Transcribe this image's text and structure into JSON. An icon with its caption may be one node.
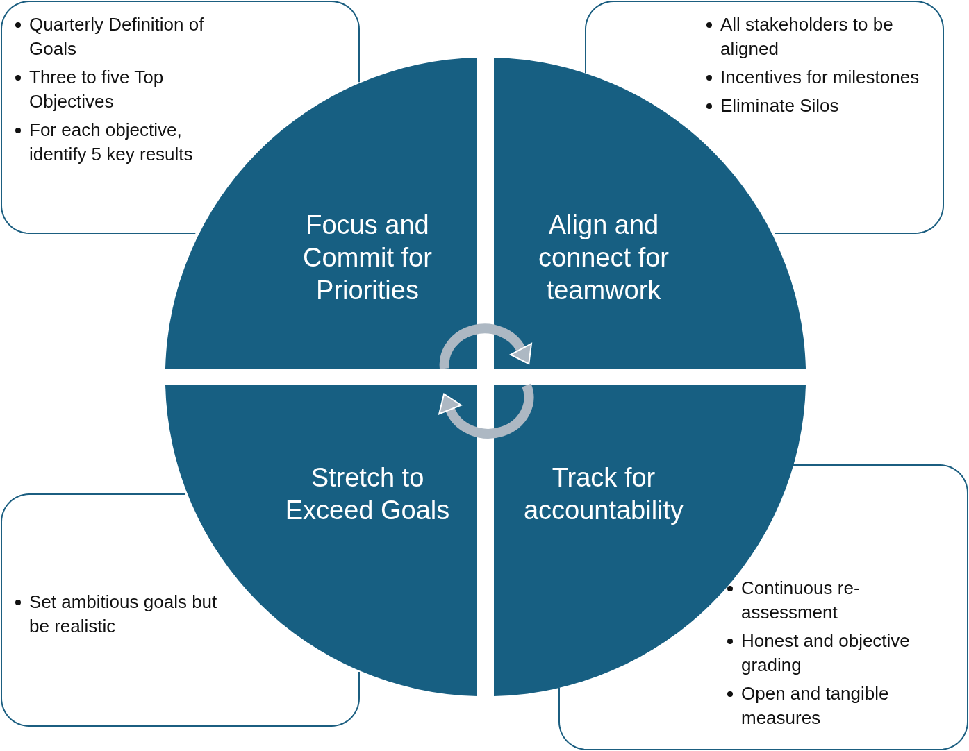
{
  "diagram": {
    "nodes": [
      {
        "text": [
          "Quarterly Definition of Goals",
          "Three to five Top Objectives",
          "For each objective, identify 5 key results"
        ]
      },
      {
        "text": [
          "All stakeholders to be aligned",
          "Incentives for milestones",
          "Eliminate Silos"
        ]
      },
      {
        "text": [
          "Focus and Commit for Priorities"
        ]
      },
      {
        "text": [
          "Align and connect for teamwork"
        ]
      },
      {
        "text": [
          "Stretch to Exceed Goals"
        ]
      },
      {
        "text": [
          "Track for accountability"
        ]
      },
      {
        "text": [
          "Set ambitious goals but be realistic"
        ]
      },
      {
        "text": [
          "Continuous re-assessment",
          "Honest and objective grading",
          "Open and tangible measures"
        ]
      }
    ],
    "edges": [
      {
        "from": 2,
        "to": 3,
        "arrow": "to"
      },
      {
        "from": 5,
        "to": 4,
        "arrow": "to"
      }
    ]
  }
}
